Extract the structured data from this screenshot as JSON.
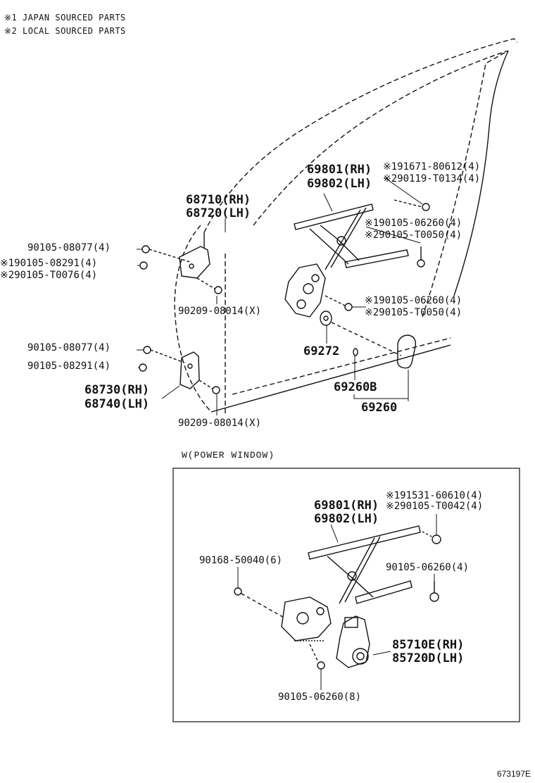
{
  "notes": [
    "※1 JAPAN SOURCED PARTS",
    "※2 LOCAL SOURCED PARTS"
  ],
  "upper": {
    "regulator_rh": "69801(RH)",
    "regulator_lh": "69802(LH)",
    "reg_bolt_1": "※191671-80612(4)",
    "reg_bolt_2": "※290119-T0134(4)",
    "hinge_up_rh": "68710(RH)",
    "hinge_up_lh": "68720(LH)",
    "bolt_a1": "※190105-06260(4)",
    "bolt_a2": "※290105-T0050(4)",
    "bolt_hu_1": "90105-08077(4)",
    "bolt_hu_2": "※190105-08291(4)",
    "bolt_hu_3": "※290105-T0076(4)",
    "plug_upper": "90209-08014(X)",
    "bolt_b1": "※190105-06260(4)",
    "bolt_b2": "※290105-T0050(4)",
    "washer": "69272",
    "bolt_hl_1": "90105-08077(4)",
    "bolt_hl_2": "90105-08291(4)",
    "hinge_lo_rh": "68730(RH)",
    "hinge_lo_lh": "68740(LH)",
    "handle_sub": "69260B",
    "handle": "69260",
    "plug_lower": "90209-08014(X)"
  },
  "power_window": {
    "title": "W(POWER WINDOW)",
    "bolt_top_1": "※191531-60610(4)",
    "bolt_top_2": "※290105-T0042(4)",
    "regulator_rh": "69801(RH)",
    "regulator_lh": "69802(LH)",
    "bolt_left": "90168-50040(6)",
    "bolt_right": "90105-06260(4)",
    "motor_rh": "85710E(RH)",
    "motor_lh": "85720D(LH)",
    "bolt_bottom": "90105-06260(8)"
  },
  "diagram_code": "673197E"
}
